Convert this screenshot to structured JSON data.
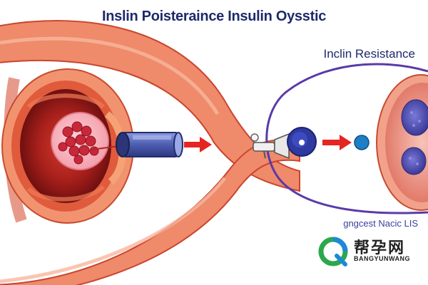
{
  "header": {
    "title": "Inslin Poisteraince Insulin Oysstic"
  },
  "labels": {
    "resistance": "Inclin Resistance",
    "caption": "gngcest Nacic LIS"
  },
  "watermark": {
    "chinese": "帮孕网",
    "english": "BANGYUNWANG"
  },
  "colors": {
    "vessel": "#e8664a",
    "vessel_inner": "#d94a2e",
    "tissue": "#b8251f",
    "cells": "#c8283a",
    "syringe": "#4a5ba8",
    "arrow": "#e52521",
    "outline": "#5b3aa8",
    "receptor": "#1f7fc4",
    "title": "#1d2a6b"
  },
  "icons": [
    "syringe-icon",
    "arrow-right-icon",
    "insulin-molecule-icon",
    "receptor-cell-icon",
    "watermark-logo-icon"
  ]
}
